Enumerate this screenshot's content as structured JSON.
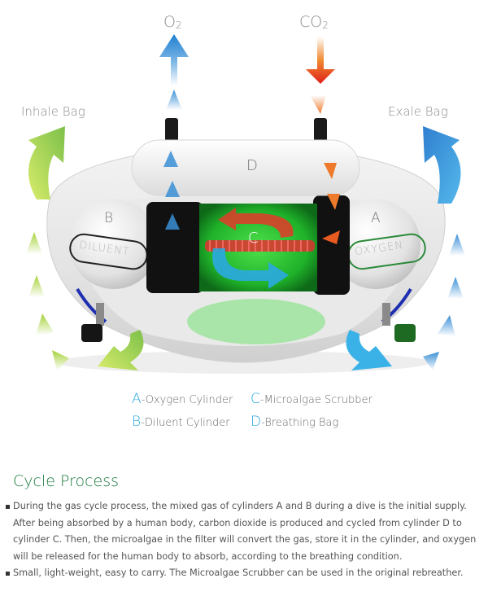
{
  "diagram": {
    "gas_labels": {
      "o2": {
        "base": "O",
        "sub": "2"
      },
      "co2": {
        "base": "CO",
        "sub": "2"
      }
    },
    "bag_labels": {
      "inhale": "Inhale Bag",
      "exhale": "Exale Bag"
    },
    "component_letters": {
      "a": "A",
      "b": "B",
      "c": "C",
      "d": "D"
    },
    "cylinder_tags": {
      "diluent": "DILUENT",
      "oxygen": "OXYGEN"
    },
    "colors": {
      "o2_arrow": "#1f7fd0",
      "co2_arrow": "#e8401a",
      "inhale_arrow": "#9ccc3c",
      "exhale_arrow": "#3a9de0",
      "scrubber_glow": "#2fcf3a",
      "oxygen_tag": "#2a8a3a"
    }
  },
  "legend": {
    "items": [
      {
        "key": "A",
        "text": "-Oxygen Cylinder"
      },
      {
        "key": "C",
        "text": "-Microalgae Scrubber"
      },
      {
        "key": "B",
        "text": "-Diluent Cylinder"
      },
      {
        "key": "D",
        "text": "-Breathing Bag"
      }
    ]
  },
  "section": {
    "title": "Cycle Process",
    "bullets": [
      "During the gas cycle process, the mixed gas of cylinders A and B during a dive is the initial supply. After being absorbed by a human body, carbon dioxide is produced and cycled from cylinder D to cylinder C. Then, the microalgae in the filter will convert the gas, store it in the cylinder, and oxygen will be released for the human body to absorb, according to the breathing condition.",
      "Small, light-weight, easy to carry. The Microalgae Scrubber can be used in the original rebreather."
    ]
  }
}
